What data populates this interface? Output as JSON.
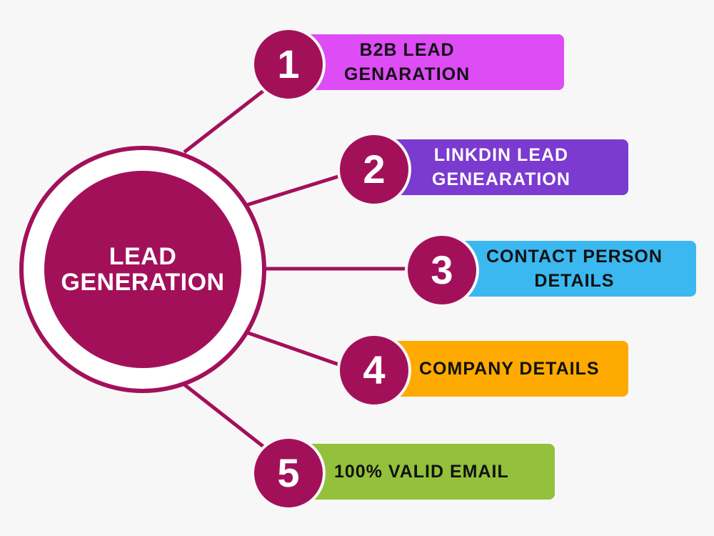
{
  "hub": {
    "label_line1": "LEAD",
    "label_line2": "GENERATION",
    "color": "#a3105a"
  },
  "items": [
    {
      "number": "1",
      "line1": "B2B LEAD",
      "line2": "GENARATION",
      "color": "#de4cf6",
      "text_color": "#111111"
    },
    {
      "number": "2",
      "line1": "LINKDIN LEAD",
      "line2": "GENEARATION",
      "color": "#7b3ad0",
      "text_color": "#ffffff"
    },
    {
      "number": "3",
      "line1": "CONTACT PERSON",
      "line2": "DETAILS",
      "color": "#3bb8f0",
      "text_color": "#111111"
    },
    {
      "number": "4",
      "line1": "COMPANY DETAILS",
      "line2": "",
      "color": "#ffaa00",
      "text_color": "#111111"
    },
    {
      "number": "5",
      "line1": "100% VALID EMAIL",
      "line2": "",
      "color": "#93c13b",
      "text_color": "#111111"
    }
  ]
}
